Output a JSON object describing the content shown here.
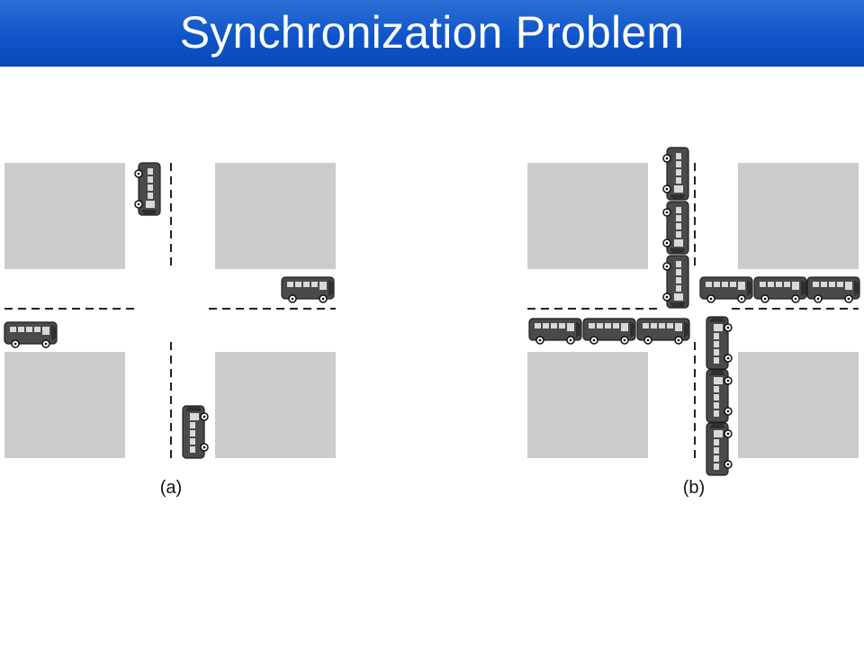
{
  "slide": {
    "title": "Synchronization Problem"
  },
  "panels": [
    {
      "id": "a",
      "caption": "(a)"
    },
    {
      "id": "b",
      "caption": "(b)"
    }
  ],
  "colors": {
    "title_bar": "#0f55c9",
    "title_text": "#ffffff",
    "block": "#cccccc",
    "road_line": "#222222",
    "bus_body": "#4a4a4a",
    "bus_window": "#d9d9d9"
  },
  "icons": {
    "vehicle": "bus-icon"
  }
}
